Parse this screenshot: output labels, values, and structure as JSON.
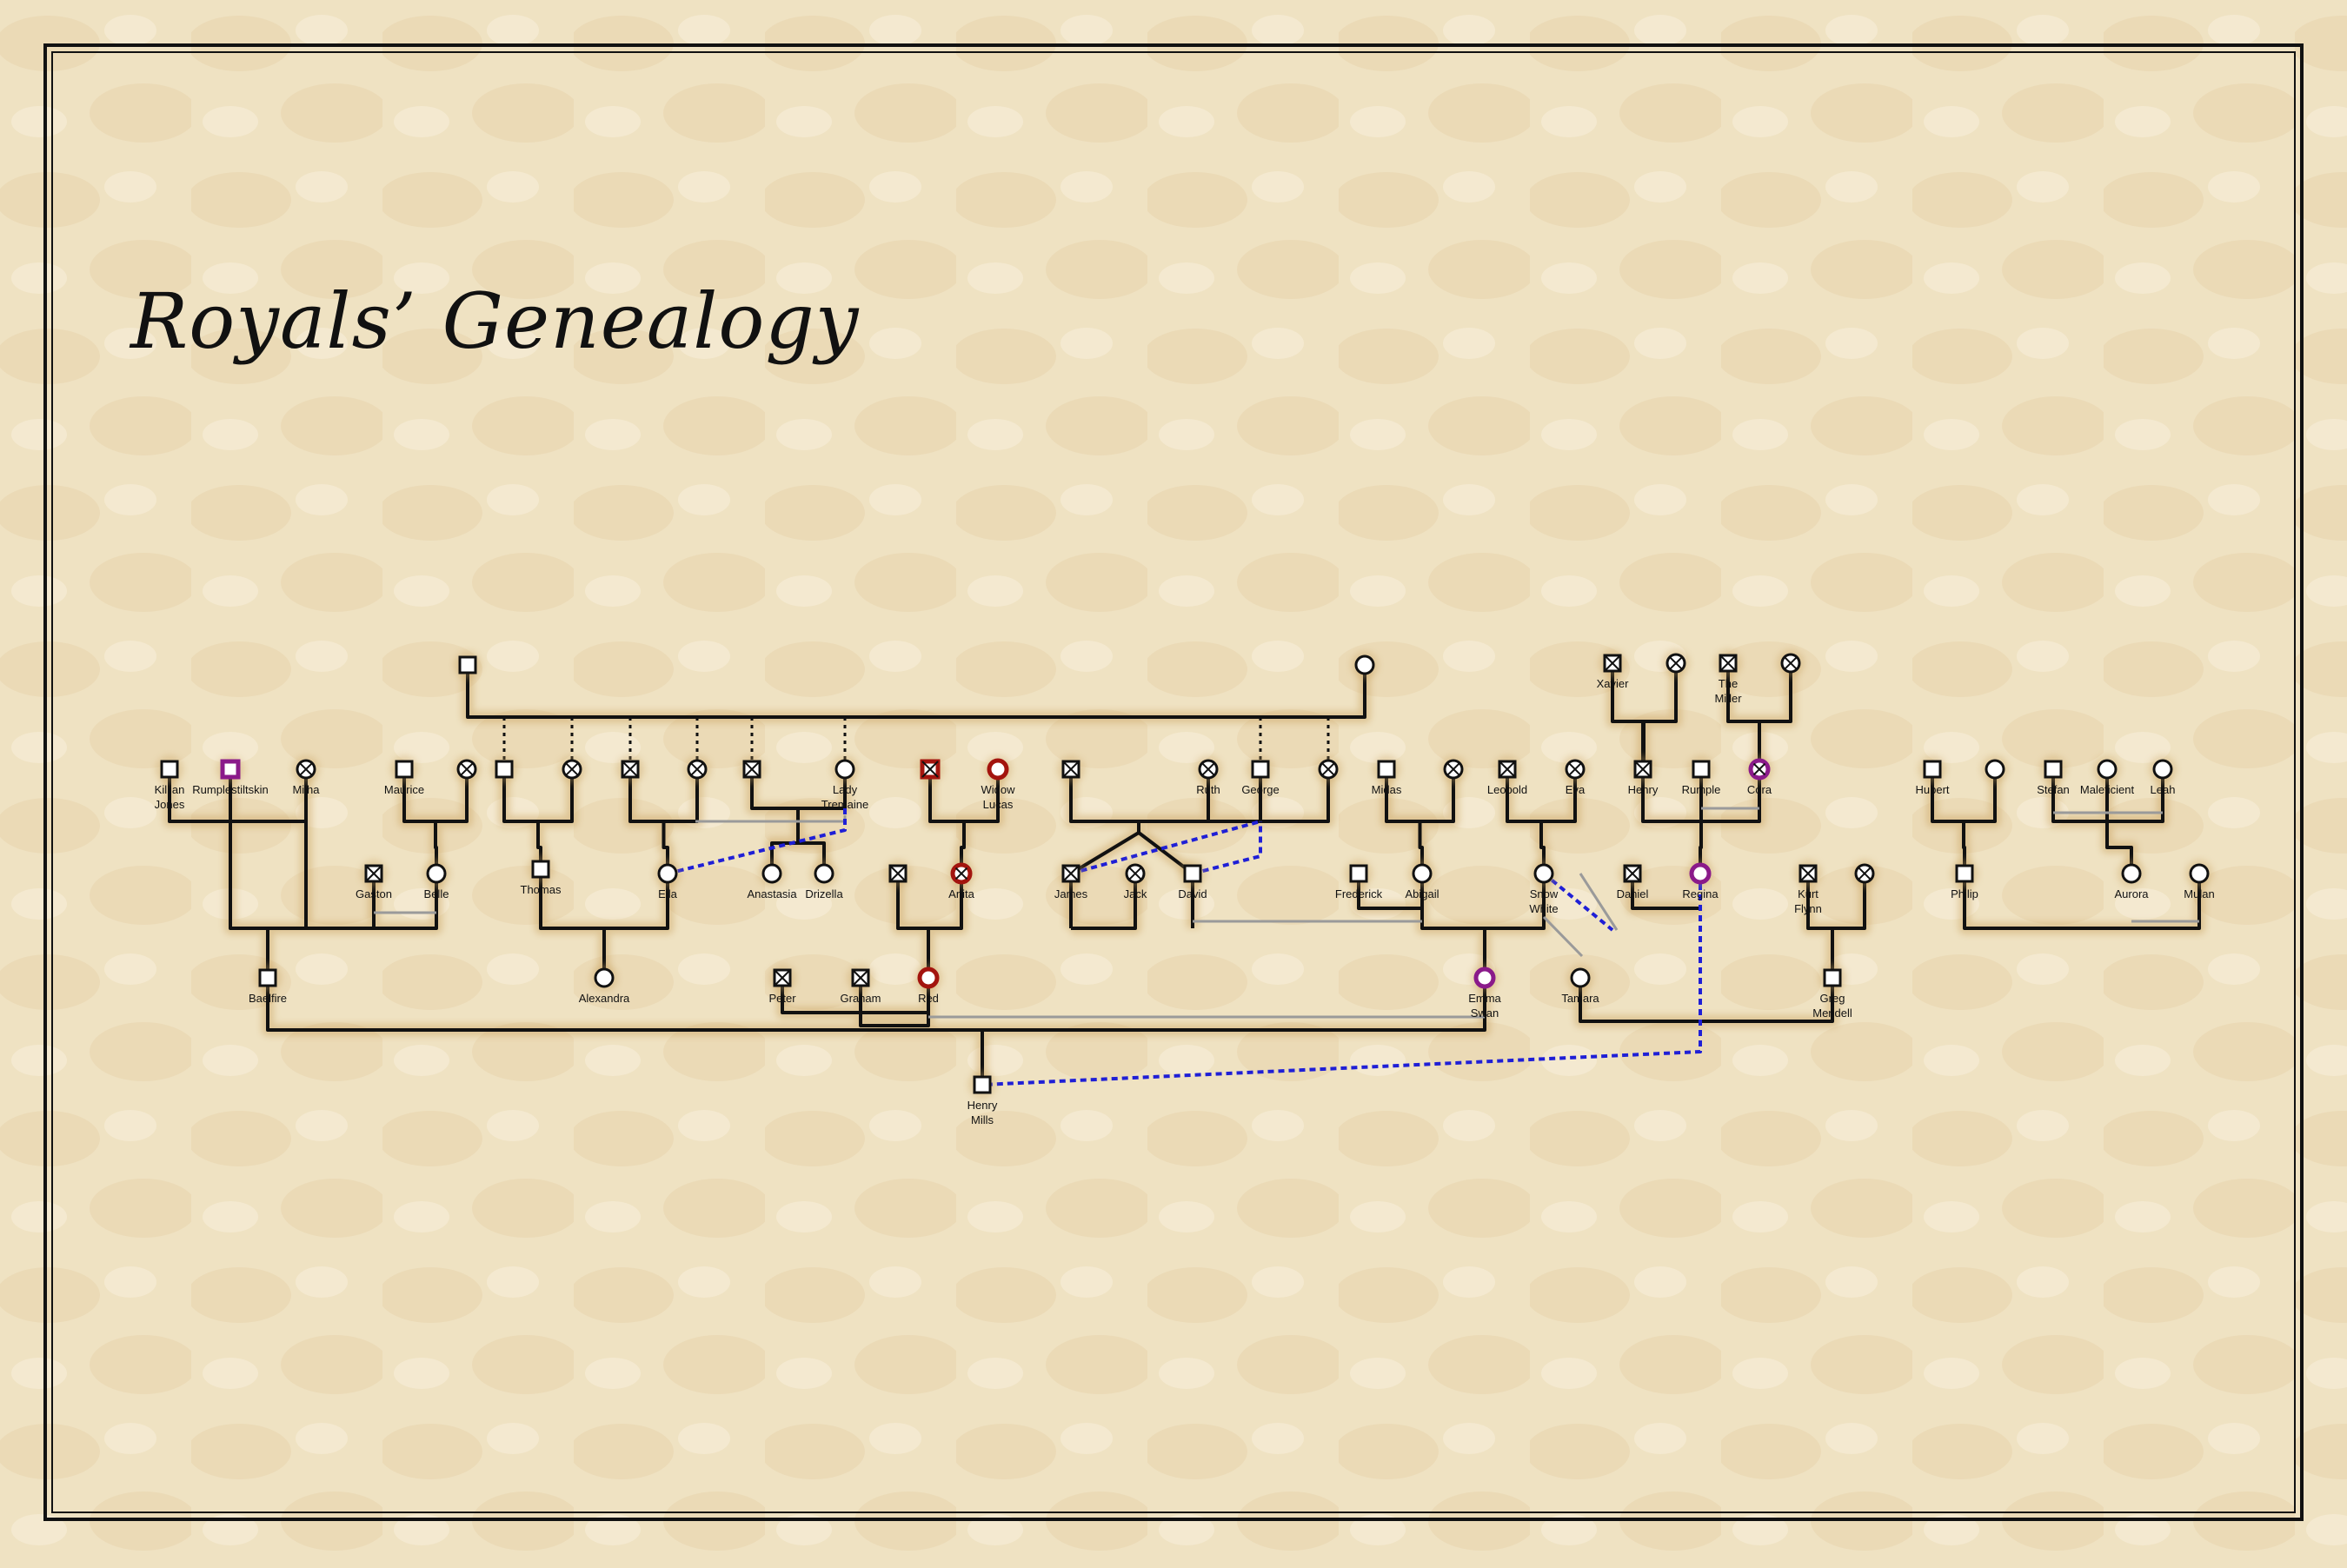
{
  "title": "Royals’ Genealogy",
  "colors": {
    "paper": "#efe2c2",
    "line": "#111111",
    "link_blue": "#1f1fd6",
    "link_grey": "#9a9a9a",
    "accent_purple": "#8a1a8a",
    "accent_red": "#a3140e"
  },
  "people": [
    {
      "id": "kj",
      "label": [
        "Killian",
        "Jones"
      ],
      "sex": "m",
      "status": "plain"
    },
    {
      "id": "rumpel",
      "label": [
        "Rumplestiltskin"
      ],
      "sex": "m",
      "status": "plain",
      "accent": "purple"
    },
    {
      "id": "milha",
      "label": [
        "Milha"
      ],
      "sex": "f",
      "status": "dead"
    },
    {
      "id": "maurice",
      "label": [
        "Maurice"
      ],
      "sex": "m",
      "status": "plain"
    },
    {
      "id": "mauricew",
      "label": [],
      "sex": "f",
      "status": "dead"
    },
    {
      "id": "gaston",
      "label": [
        "Gaston"
      ],
      "sex": "m",
      "status": "dead"
    },
    {
      "id": "belle",
      "label": [
        "Belle"
      ],
      "sex": "f",
      "status": "plain"
    },
    {
      "id": "baelfire",
      "label": [
        "Baelfire"
      ],
      "sex": "m",
      "status": "plain"
    },
    {
      "id": "topm",
      "label": [],
      "sex": "m",
      "status": "plain"
    },
    {
      "id": "topf",
      "label": [],
      "sex": "f",
      "status": "plain"
    },
    {
      "id": "c1m",
      "label": [],
      "sex": "m",
      "status": "plain"
    },
    {
      "id": "c1f",
      "label": [],
      "sex": "f",
      "status": "dead"
    },
    {
      "id": "c2m",
      "label": [],
      "sex": "m",
      "status": "dead"
    },
    {
      "id": "c2f",
      "label": [],
      "sex": "f",
      "status": "dead"
    },
    {
      "id": "c3m",
      "label": [],
      "sex": "m",
      "status": "dead"
    },
    {
      "id": "lady",
      "label": [
        "Lady",
        "Tremaine"
      ],
      "sex": "f",
      "status": "plain"
    },
    {
      "id": "thomas",
      "label": [
        "Thomas"
      ],
      "sex": "m",
      "status": "plain"
    },
    {
      "id": "ella",
      "label": [
        "Ella"
      ],
      "sex": "f",
      "status": "plain"
    },
    {
      "id": "anastasia",
      "label": [
        "Anastasia"
      ],
      "sex": "f",
      "status": "plain"
    },
    {
      "id": "drizella",
      "label": [
        "Drizella"
      ],
      "sex": "f",
      "status": "plain"
    },
    {
      "id": "alexandra",
      "label": [
        "Alexandra"
      ],
      "sex": "f",
      "status": "plain"
    },
    {
      "id": "wlm",
      "label": [],
      "sex": "m",
      "status": "dead",
      "accent": "red"
    },
    {
      "id": "widow",
      "label": [
        "Widow",
        "Lucas"
      ],
      "sex": "f",
      "status": "plain",
      "accent": "red"
    },
    {
      "id": "anitam",
      "label": [],
      "sex": "m",
      "status": "dead"
    },
    {
      "id": "anita",
      "label": [
        "Anita"
      ],
      "sex": "f",
      "status": "dead",
      "accent": "red"
    },
    {
      "id": "peter",
      "label": [
        "Peter"
      ],
      "sex": "m",
      "status": "dead"
    },
    {
      "id": "graham",
      "label": [
        "Graham"
      ],
      "sex": "m",
      "status": "dead"
    },
    {
      "id": "red",
      "label": [
        "Red"
      ],
      "sex": "f",
      "status": "plain",
      "accent": "red"
    },
    {
      "id": "ruthm",
      "label": [],
      "sex": "m",
      "status": "dead"
    },
    {
      "id": "ruth",
      "label": [
        "Ruth"
      ],
      "sex": "f",
      "status": "dead"
    },
    {
      "id": "george",
      "label": [
        "George"
      ],
      "sex": "m",
      "status": "plain"
    },
    {
      "id": "georgew",
      "label": [],
      "sex": "f",
      "status": "dead"
    },
    {
      "id": "james",
      "label": [
        "James"
      ],
      "sex": "m",
      "status": "dead"
    },
    {
      "id": "jack",
      "label": [
        "Jack"
      ],
      "sex": "f",
      "status": "dead"
    },
    {
      "id": "david",
      "label": [
        "David"
      ],
      "sex": "m",
      "status": "plain"
    },
    {
      "id": "midas",
      "label": [
        "Midas"
      ],
      "sex": "m",
      "status": "plain"
    },
    {
      "id": "midasw",
      "label": [],
      "sex": "f",
      "status": "dead"
    },
    {
      "id": "frederick",
      "label": [
        "Frederick"
      ],
      "sex": "m",
      "status": "plain"
    },
    {
      "id": "abigail",
      "label": [
        "Abigail"
      ],
      "sex": "f",
      "status": "plain"
    },
    {
      "id": "leopold",
      "label": [
        "Leopold"
      ],
      "sex": "m",
      "status": "dead"
    },
    {
      "id": "eva",
      "label": [
        "Eva"
      ],
      "sex": "f",
      "status": "dead"
    },
    {
      "id": "snow",
      "label": [
        "Snow",
        "White"
      ],
      "sex": "f",
      "status": "plain"
    },
    {
      "id": "emma",
      "label": [
        "Emma",
        "Swan"
      ],
      "sex": "f",
      "status": "plain",
      "accent": "purple"
    },
    {
      "id": "tamara",
      "label": [
        "Tamara"
      ],
      "sex": "f",
      "status": "plain"
    },
    {
      "id": "xavier",
      "label": [
        "Xavier"
      ],
      "sex": "m",
      "status": "dead"
    },
    {
      "id": "xavierw",
      "label": [],
      "sex": "f",
      "status": "dead"
    },
    {
      "id": "miller",
      "label": [
        "The",
        "Miller"
      ],
      "sex": "m",
      "status": "dead"
    },
    {
      "id": "millerw",
      "label": [],
      "sex": "f",
      "status": "dead"
    },
    {
      "id": "henrysr",
      "label": [
        "Henry"
      ],
      "sex": "m",
      "status": "dead"
    },
    {
      "id": "rumple",
      "label": [
        "Rumple"
      ],
      "sex": "m",
      "status": "plain"
    },
    {
      "id": "cora",
      "label": [
        "Cora"
      ],
      "sex": "f",
      "status": "dead",
      "accent": "purple"
    },
    {
      "id": "daniel",
      "label": [
        "Daniel"
      ],
      "sex": "m",
      "status": "dead"
    },
    {
      "id": "regina",
      "label": [
        "Regina"
      ],
      "sex": "f",
      "status": "plain",
      "accent": "purple"
    },
    {
      "id": "kurt",
      "label": [
        "Kurt",
        "Flynn"
      ],
      "sex": "m",
      "status": "dead"
    },
    {
      "id": "kurtw",
      "label": [],
      "sex": "f",
      "status": "dead"
    },
    {
      "id": "greg",
      "label": [
        "Greg",
        "Mendell"
      ],
      "sex": "m",
      "status": "plain"
    },
    {
      "id": "henry",
      "label": [
        "Henry",
        "Mills"
      ],
      "sex": "m",
      "status": "plain"
    },
    {
      "id": "hubert",
      "label": [
        "Hubert"
      ],
      "sex": "m",
      "status": "plain"
    },
    {
      "id": "hubertw",
      "label": [],
      "sex": "f",
      "status": "plain"
    },
    {
      "id": "philip",
      "label": [
        "Philip"
      ],
      "sex": "m",
      "status": "plain"
    },
    {
      "id": "stefan",
      "label": [
        "Stefan"
      ],
      "sex": "m",
      "status": "plain"
    },
    {
      "id": "maleficent",
      "label": [
        "Maleficient"
      ],
      "sex": "f",
      "status": "plain"
    },
    {
      "id": "leah",
      "label": [
        "Leah"
      ],
      "sex": "f",
      "status": "plain"
    },
    {
      "id": "aurora",
      "label": [
        "Aurora"
      ],
      "sex": "f",
      "status": "plain"
    },
    {
      "id": "mulan",
      "label": [
        "Mulan"
      ],
      "sex": "f",
      "status": "plain"
    }
  ]
}
